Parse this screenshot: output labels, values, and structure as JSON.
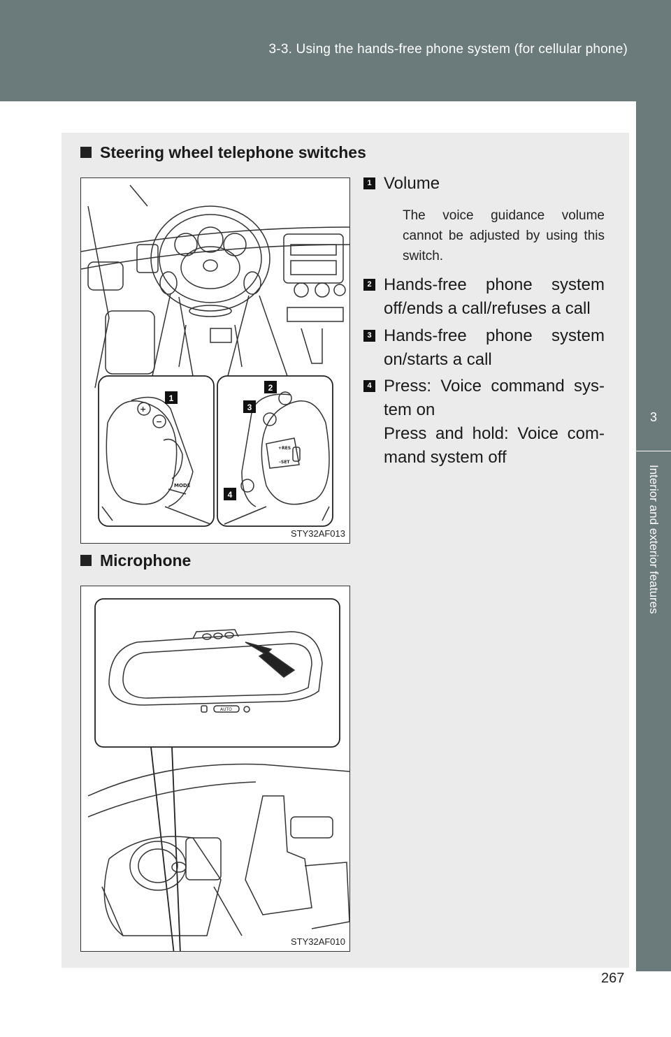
{
  "header": {
    "title": "3-3. Using the hands-free phone system (for cellular phone)"
  },
  "side_tab": {
    "number": "3",
    "label": "Interior and exterior features"
  },
  "steering": {
    "title": "Steering wheel telephone switches",
    "figure_code": "STY32AF013",
    "callouts": [
      "1",
      "2",
      "3",
      "4"
    ],
    "switch_labels": {
      "mode": "MODE",
      "res": "+RES",
      "set": "–SET"
    },
    "items": [
      {
        "num": "1",
        "text": "Volume",
        "note": "The voice guidance volume cannot be adjusted by using this switch."
      },
      {
        "num": "2",
        "text": "Hands-free phone system off/ends a call/refuses a call"
      },
      {
        "num": "3",
        "text": "Hands-free phone system on/starts a call"
      },
      {
        "num": "4",
        "text": "Press: Voice command sys-tem on",
        "text2": "Press and hold: Voice com-mand system off"
      }
    ]
  },
  "microphone": {
    "title": "Microphone",
    "figure_code": "STY32AF010",
    "mirror_label": "AUTO"
  },
  "page_number": "267"
}
